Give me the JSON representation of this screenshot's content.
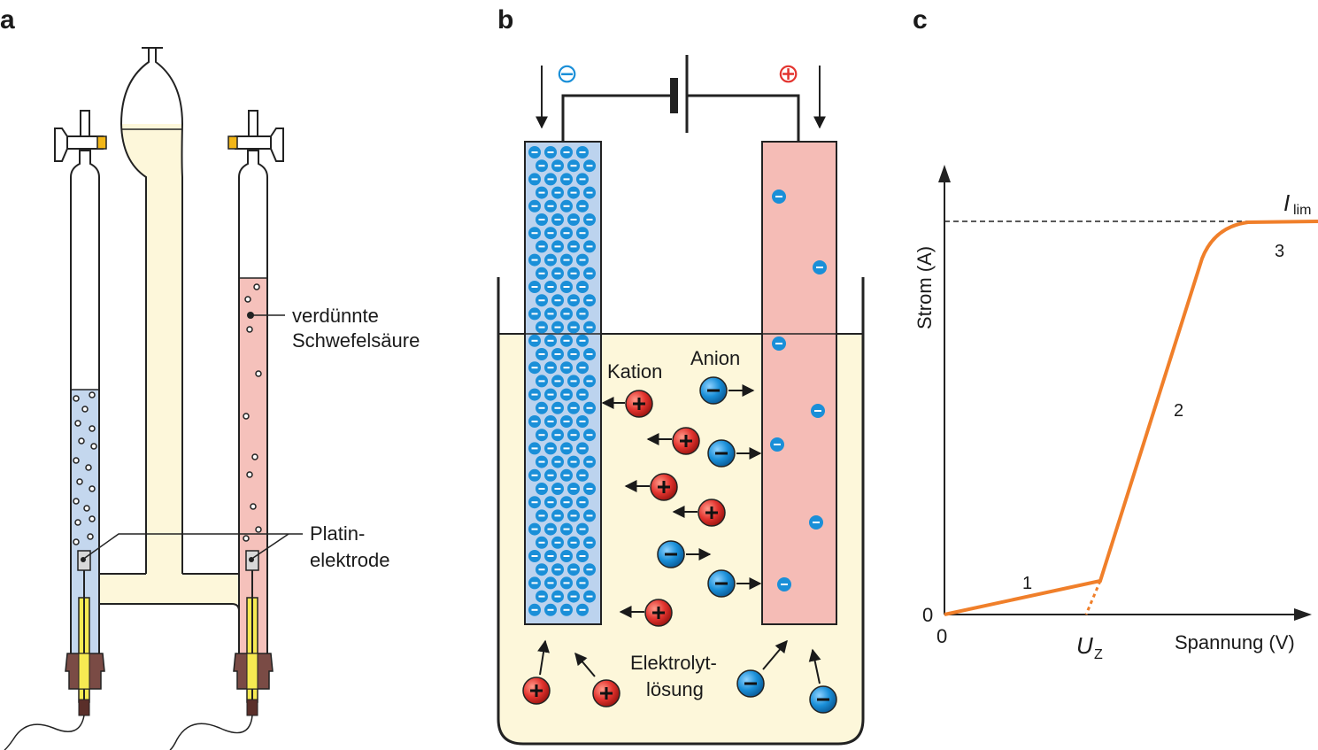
{
  "panels": {
    "a": {
      "label": "a",
      "callout_acid_line1": "verdünnte",
      "callout_acid_line2": "Schwefelsäure",
      "callout_electrode_line1": "Platin-",
      "callout_electrode_line2": "elektrode"
    },
    "b": {
      "label": "b",
      "minus_sign": "⊖",
      "plus_sign": "⊕",
      "cation_label": "Kation",
      "anion_label": "Anion",
      "electrolyte_line1": "Elektrolyt-",
      "electrolyte_line2": "lösung"
    },
    "c": {
      "label": "c",
      "ylabel": "Strom (A)",
      "xlabel": "Spannung (V)",
      "y_origin": "0",
      "x_origin": "0",
      "limit_label_main": "I",
      "limit_label_sub": "lim",
      "threshold_label_main": "U",
      "threshold_label_sub": "Z",
      "region_1": "1",
      "region_2": "2",
      "region_3": "3"
    }
  },
  "colors": {
    "cathode_fill": "#bcd3ee",
    "anode_fill": "#f5bcb6",
    "electrolyte_fill": "#fdf7da",
    "curve": "#f07f2a",
    "cation": "#e3342f",
    "anion": "#1a8fd8",
    "tube_blue": "#c4d7ee",
    "tube_pink": "#f5c1bb",
    "rubber": "#7a4b45"
  },
  "icons": {
    "cation": "plus-circle-icon",
    "anion": "minus-circle-icon",
    "battery": "battery-icon",
    "stopcock": "stopcock-icon"
  }
}
